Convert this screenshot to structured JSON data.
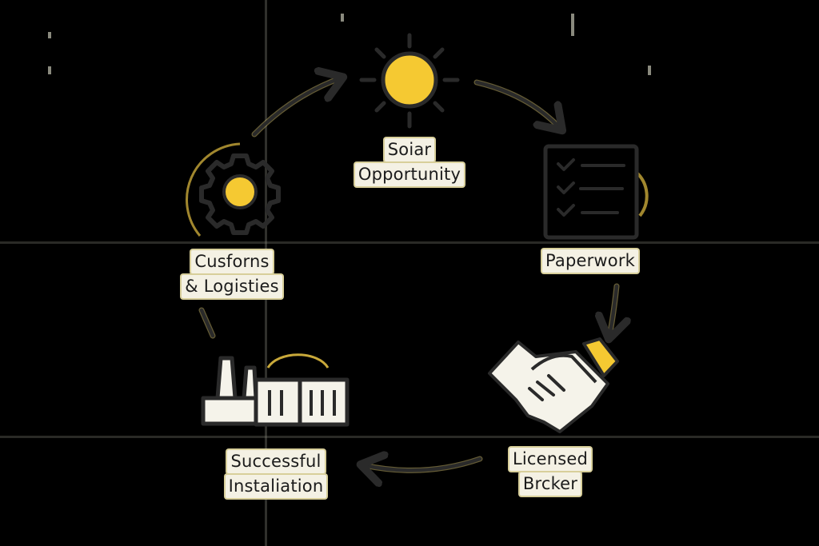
{
  "diagram": {
    "type": "cycle",
    "colors": {
      "background": "#000000",
      "accent": "#f5c932",
      "stroke": "#2a2a2a",
      "label_bg": "#f4f1e4"
    },
    "nodes": [
      {
        "id": "solar",
        "icon": "sun-icon",
        "label_lines": [
          "Soiar",
          "Opportunity"
        ]
      },
      {
        "id": "paperwork",
        "icon": "checklist-icon",
        "label_lines": [
          "Paperwork"
        ]
      },
      {
        "id": "broker",
        "icon": "handshake-icon",
        "label_lines": [
          "Licensed",
          "Brcker"
        ]
      },
      {
        "id": "installation",
        "icon": "factory-icon",
        "label_lines": [
          "Successful",
          "Instaliation"
        ]
      },
      {
        "id": "customs",
        "icon": "gear-icon",
        "label_lines": [
          "Cusforns",
          "& Logisties"
        ]
      }
    ],
    "edges": [
      {
        "from": "customs",
        "to": "solar"
      },
      {
        "from": "solar",
        "to": "paperwork"
      },
      {
        "from": "paperwork",
        "to": "broker"
      },
      {
        "from": "broker",
        "to": "installation"
      },
      {
        "from": "installation",
        "to": "customs"
      }
    ]
  }
}
